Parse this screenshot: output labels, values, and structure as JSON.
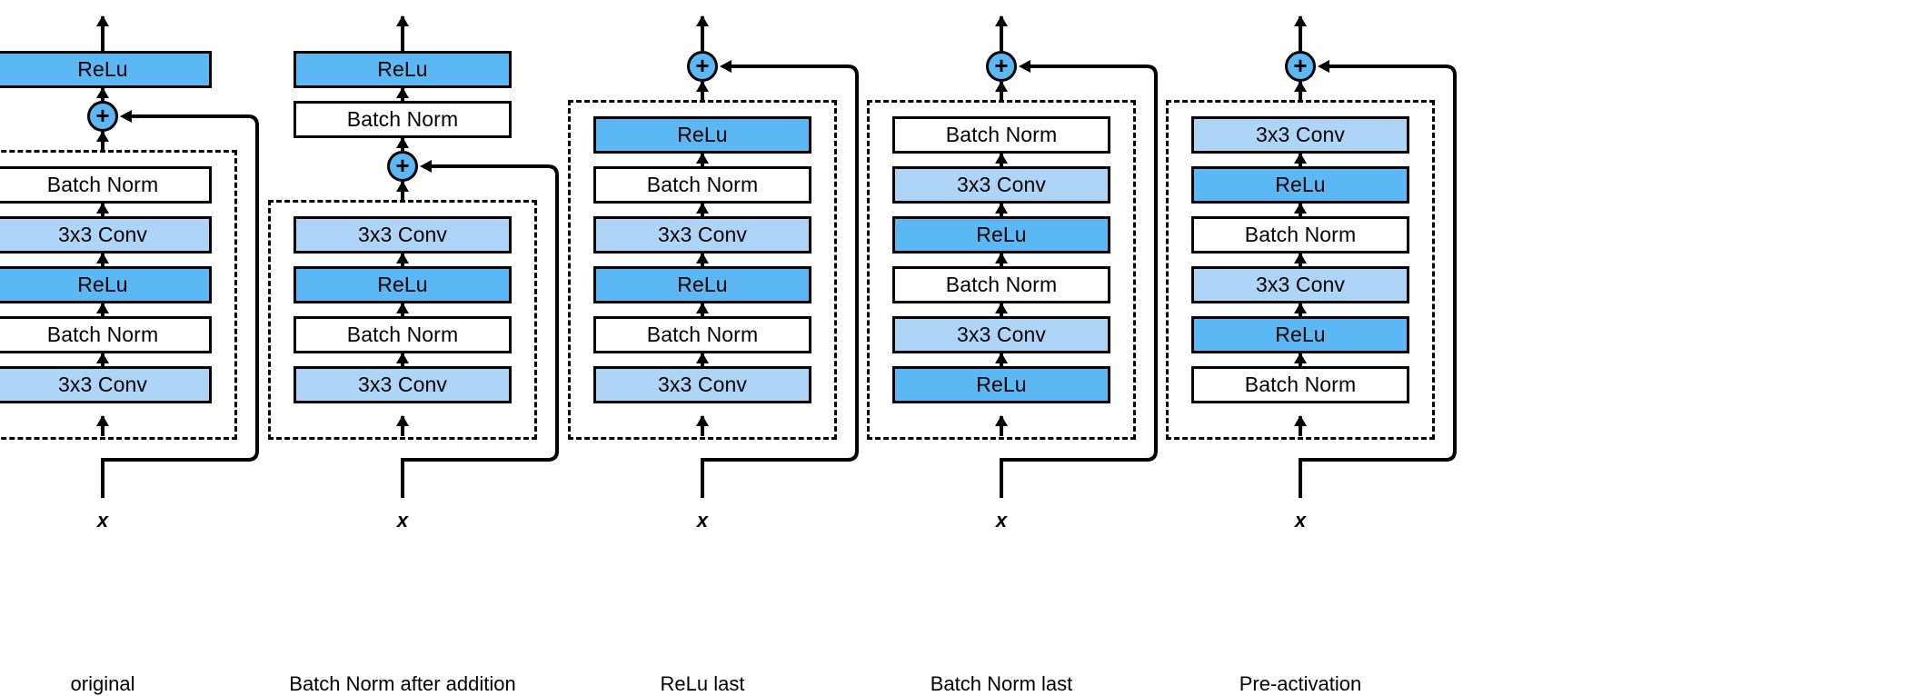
{
  "figure": {
    "type": "diagram",
    "subject": "ResNet residual block activation/normalization ordering variants",
    "colors": {
      "relu_fill": "#5CB8F5",
      "conv_fill": "#AED4F7",
      "batchnorm_fill": "#FFFFFF",
      "stroke": "#000000",
      "plus_fill": "#5CB8F5",
      "background": "#FFFFFF"
    },
    "labels": {
      "input_symbol": "x",
      "plus_symbol": "+"
    }
  },
  "variants": [
    {
      "id": "original",
      "caption": "original",
      "input_symbol": "x",
      "plus_symbol": "+",
      "blocks_after_addition": [
        {
          "label": "ReLu",
          "kind": "relu"
        }
      ],
      "residual_branch": [
        {
          "label": "Batch Norm",
          "kind": "bn"
        },
        {
          "label": "3x3 Conv",
          "kind": "conv"
        },
        {
          "label": "ReLu",
          "kind": "relu"
        },
        {
          "label": "Batch Norm",
          "kind": "bn"
        },
        {
          "label": "3x3 Conv",
          "kind": "conv"
        }
      ]
    },
    {
      "id": "batch-norm-after-addition",
      "caption": "Batch Norm after addition",
      "input_symbol": "x",
      "plus_symbol": "+",
      "blocks_after_addition": [
        {
          "label": "ReLu",
          "kind": "relu"
        },
        {
          "label": "Batch Norm",
          "kind": "bn"
        }
      ],
      "residual_branch": [
        {
          "label": "3x3 Conv",
          "kind": "conv"
        },
        {
          "label": "ReLu",
          "kind": "relu"
        },
        {
          "label": "Batch Norm",
          "kind": "bn"
        },
        {
          "label": "3x3 Conv",
          "kind": "conv"
        }
      ]
    },
    {
      "id": "relu-last",
      "caption": "ReLu last",
      "input_symbol": "x",
      "plus_symbol": "+",
      "blocks_after_addition": [],
      "residual_branch": [
        {
          "label": "ReLu",
          "kind": "relu"
        },
        {
          "label": "Batch Norm",
          "kind": "bn"
        },
        {
          "label": "3x3 Conv",
          "kind": "conv"
        },
        {
          "label": "ReLu",
          "kind": "relu"
        },
        {
          "label": "Batch Norm",
          "kind": "bn"
        },
        {
          "label": "3x3 Conv",
          "kind": "conv"
        }
      ]
    },
    {
      "id": "batch-norm-last",
      "caption": "Batch Norm last",
      "input_symbol": "x",
      "plus_symbol": "+",
      "blocks_after_addition": [],
      "residual_branch": [
        {
          "label": "Batch Norm",
          "kind": "bn"
        },
        {
          "label": "3x3 Conv",
          "kind": "conv"
        },
        {
          "label": "ReLu",
          "kind": "relu"
        },
        {
          "label": "Batch Norm",
          "kind": "bn"
        },
        {
          "label": "3x3 Conv",
          "kind": "conv"
        },
        {
          "label": "ReLu",
          "kind": "relu"
        }
      ]
    },
    {
      "id": "pre-activation",
      "caption": "Pre-activation",
      "input_symbol": "x",
      "plus_symbol": "+",
      "blocks_after_addition": [],
      "residual_branch": [
        {
          "label": "3x3 Conv",
          "kind": "conv"
        },
        {
          "label": "ReLu",
          "kind": "relu"
        },
        {
          "label": "Batch Norm",
          "kind": "bn"
        },
        {
          "label": "3x3 Conv",
          "kind": "conv"
        },
        {
          "label": "ReLu",
          "kind": "relu"
        },
        {
          "label": "Batch Norm",
          "kind": "bn"
        }
      ]
    }
  ]
}
